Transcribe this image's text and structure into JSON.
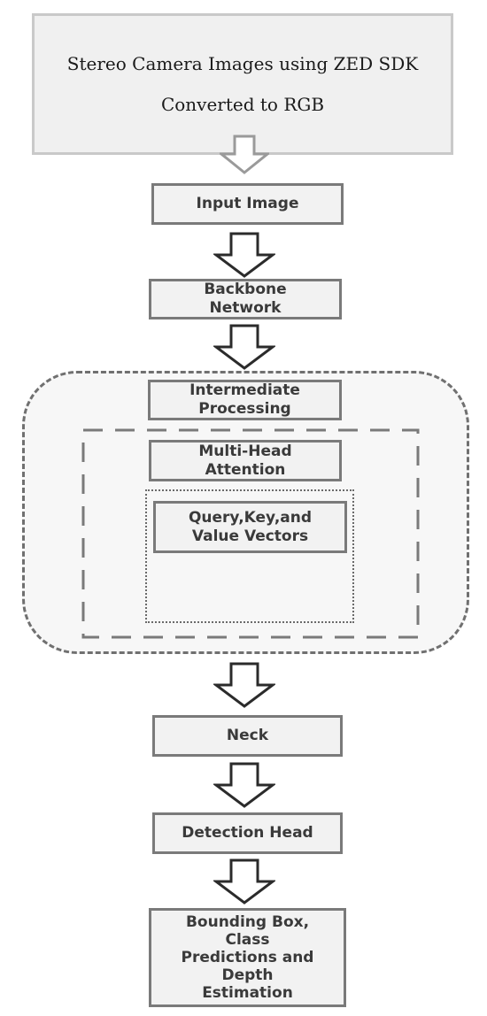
{
  "nodes": {
    "source": [
      "Stereo Camera Images using ZED SDK",
      "Converted to RGB"
    ],
    "input_image": "Input Image",
    "backbone": "Backbone\nNetwork",
    "intermediate": "Intermediate\nProcessing",
    "multi_head": "Multi-Head\nAttention",
    "qkv": "Query,Key,and\nValue Vectors",
    "neck": "Neck",
    "detection_head": "Detection Head",
    "output": "Bounding Box,\nClass\nPredictions and\nDepth\nEstimation"
  },
  "colors": {
    "box_fill": "#f2f2f2",
    "box_border": "#7a7a7a",
    "text": "#3a3a3a",
    "dashed_border": "#6e6e6e",
    "arrow": "#3a3a3a"
  }
}
